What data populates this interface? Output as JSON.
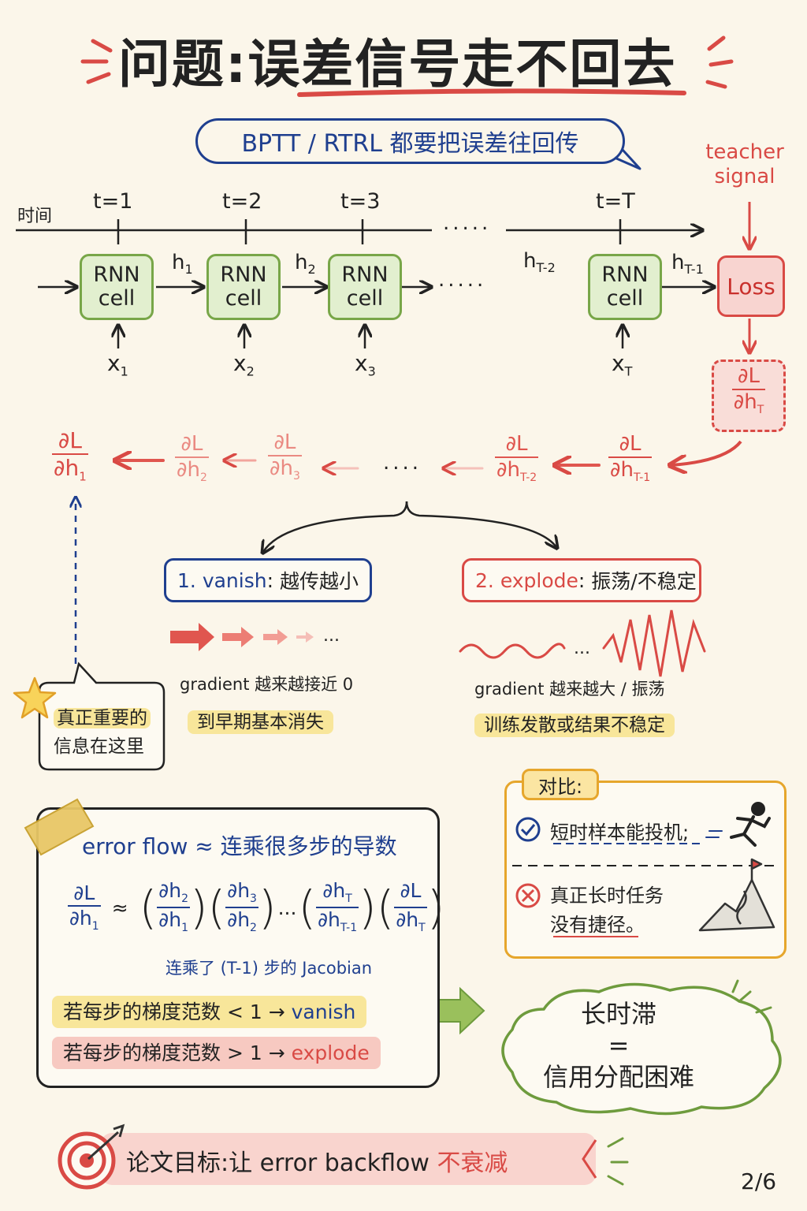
{
  "title": {
    "prefix": "问题:",
    "main": "误差信号走不回去"
  },
  "subtitle": "BPTT / RTRL 都要把误差往回传",
  "teacher": {
    "line1": "teacher",
    "line2": "signal"
  },
  "time_axis": {
    "label": "时间",
    "ticks": [
      "t=1",
      "t=2",
      "t=3",
      "t=T"
    ],
    "dots": "....."
  },
  "rnn_cell": {
    "line1": "RNN",
    "line2": "cell"
  },
  "hidden_states": [
    {
      "base": "h",
      "sub": "1"
    },
    {
      "base": "h",
      "sub": "2"
    },
    {
      "base": "h",
      "sub": "T-2"
    },
    {
      "base": "h",
      "sub": "T-1"
    }
  ],
  "inputs": [
    {
      "base": "x",
      "sub": "1"
    },
    {
      "base": "x",
      "sub": "2"
    },
    {
      "base": "x",
      "sub": "3"
    },
    {
      "base": "x",
      "sub": "T"
    }
  ],
  "loss_label": "Loss",
  "dL_dhT": {
    "num": "∂L",
    "den_base": "∂h",
    "den_sub": "T"
  },
  "back_grads": [
    {
      "num": "∂L",
      "den_base": "∂h",
      "den_sub": "1"
    },
    {
      "num": "∂L",
      "den_base": "∂h",
      "den_sub": "2"
    },
    {
      "num": "∂L",
      "den_base": "∂h",
      "den_sub": "3"
    },
    {
      "num": "∂L",
      "den_base": "∂h",
      "den_sub": "T-2"
    },
    {
      "num": "∂L",
      "den_base": "∂h",
      "den_sub": "T-1"
    }
  ],
  "back_dots": "....",
  "vanish": {
    "num": "1.",
    "word": "vanish",
    "desc": "越传越小",
    "caption": "gradient 越来越接近 0",
    "highlight": "到早期基本消失",
    "dots": "..."
  },
  "explode": {
    "num": "2.",
    "word": "explode",
    "desc": "振荡/不稳定",
    "caption": "gradient 越来越大 / 振荡",
    "highlight": "训练发散或结果不稳定",
    "dots": "..."
  },
  "important_note": {
    "line1": "真正重要的",
    "line2": "信息在这里"
  },
  "error_flow": {
    "heading_en": "error flow",
    "heading_cn": "连乘很多步的导数",
    "approx": "≈",
    "dots": "...",
    "lhs": {
      "num": "∂L",
      "den_base": "∂h",
      "den_sub": "1"
    },
    "factors": [
      {
        "num_base": "∂h",
        "num_sub": "2",
        "den_base": "∂h",
        "den_sub": "1"
      },
      {
        "num_base": "∂h",
        "num_sub": "3",
        "den_base": "∂h",
        "den_sub": "2"
      },
      {
        "num_base": "∂h",
        "num_sub": "T",
        "den_base": "∂h",
        "den_sub": "T-1"
      },
      {
        "num_base": "∂L",
        "num_sub": "",
        "den_base": "∂h",
        "den_sub": "T"
      }
    ],
    "brace_note": "连乘了 (T-1) 步的 Jacobian",
    "rule_vanish": {
      "cond": "若每步的梯度范数 < 1 →",
      "result": "vanish"
    },
    "rule_explode": {
      "cond": "若每步的梯度范数 > 1 →",
      "result": "explode"
    }
  },
  "compare": {
    "tab": "对比:",
    "good": "短时样本能投机;",
    "bad_line1": "真正长时任务",
    "bad_line2": "没有捷径。"
  },
  "conclusion": {
    "line1": "长时滞",
    "eq": "=",
    "line2": "信用分配困难"
  },
  "goal": {
    "prefix": "论文目标:让 error backflow",
    "emph": "不衰减"
  },
  "page_number": "2/6",
  "colors": {
    "background": "#fbf6ea",
    "red": "#d94a45",
    "blue": "#1f3f8f",
    "green": "#78a648",
    "cell_fill": "#e2efcf",
    "yellow": "#f8e69a",
    "orange": "#e6a62c"
  },
  "icons": [
    "target-icon",
    "runner-icon",
    "mountain-flag-icon",
    "check-circle-icon",
    "cross-circle-icon",
    "star-icon",
    "tape-icon",
    "right-arrow-icon"
  ]
}
